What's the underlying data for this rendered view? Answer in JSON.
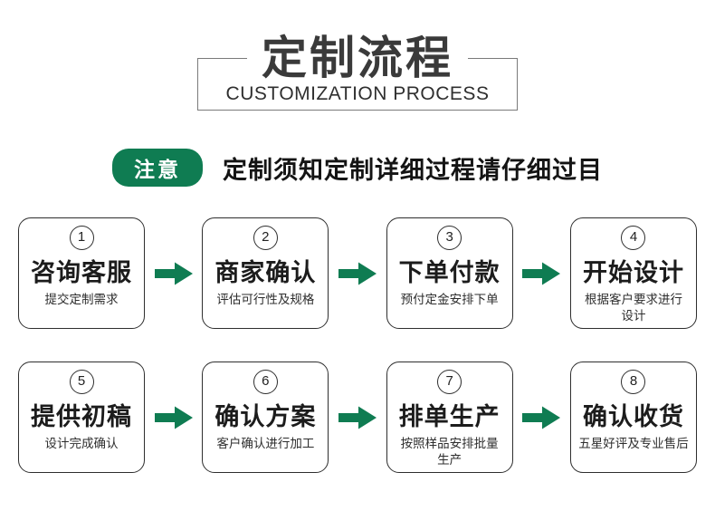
{
  "title": {
    "zh": "定制流程",
    "en": "CUSTOMIZATION PROCESS"
  },
  "notice": {
    "badge": "注意",
    "text": "定制须知定制详细过程请仔细过目"
  },
  "colors": {
    "green": "#0F7C52"
  },
  "steps": [
    {
      "num": "1",
      "title": "咨询客服",
      "desc": "提交定制需求"
    },
    {
      "num": "2",
      "title": "商家确认",
      "desc": "评估可行性及规格"
    },
    {
      "num": "3",
      "title": "下单付款",
      "desc": "预付定金安排下单"
    },
    {
      "num": "4",
      "title": "开始设计",
      "desc": "根据客户要求进行\n设计"
    },
    {
      "num": "5",
      "title": "提供初稿",
      "desc": "设计完成确认"
    },
    {
      "num": "6",
      "title": "确认方案",
      "desc": "客户确认进行加工"
    },
    {
      "num": "7",
      "title": "排单生产",
      "desc": "按照样品安排批量\n生产"
    },
    {
      "num": "8",
      "title": "确认收货",
      "desc": "五星好评及专业售后"
    }
  ]
}
